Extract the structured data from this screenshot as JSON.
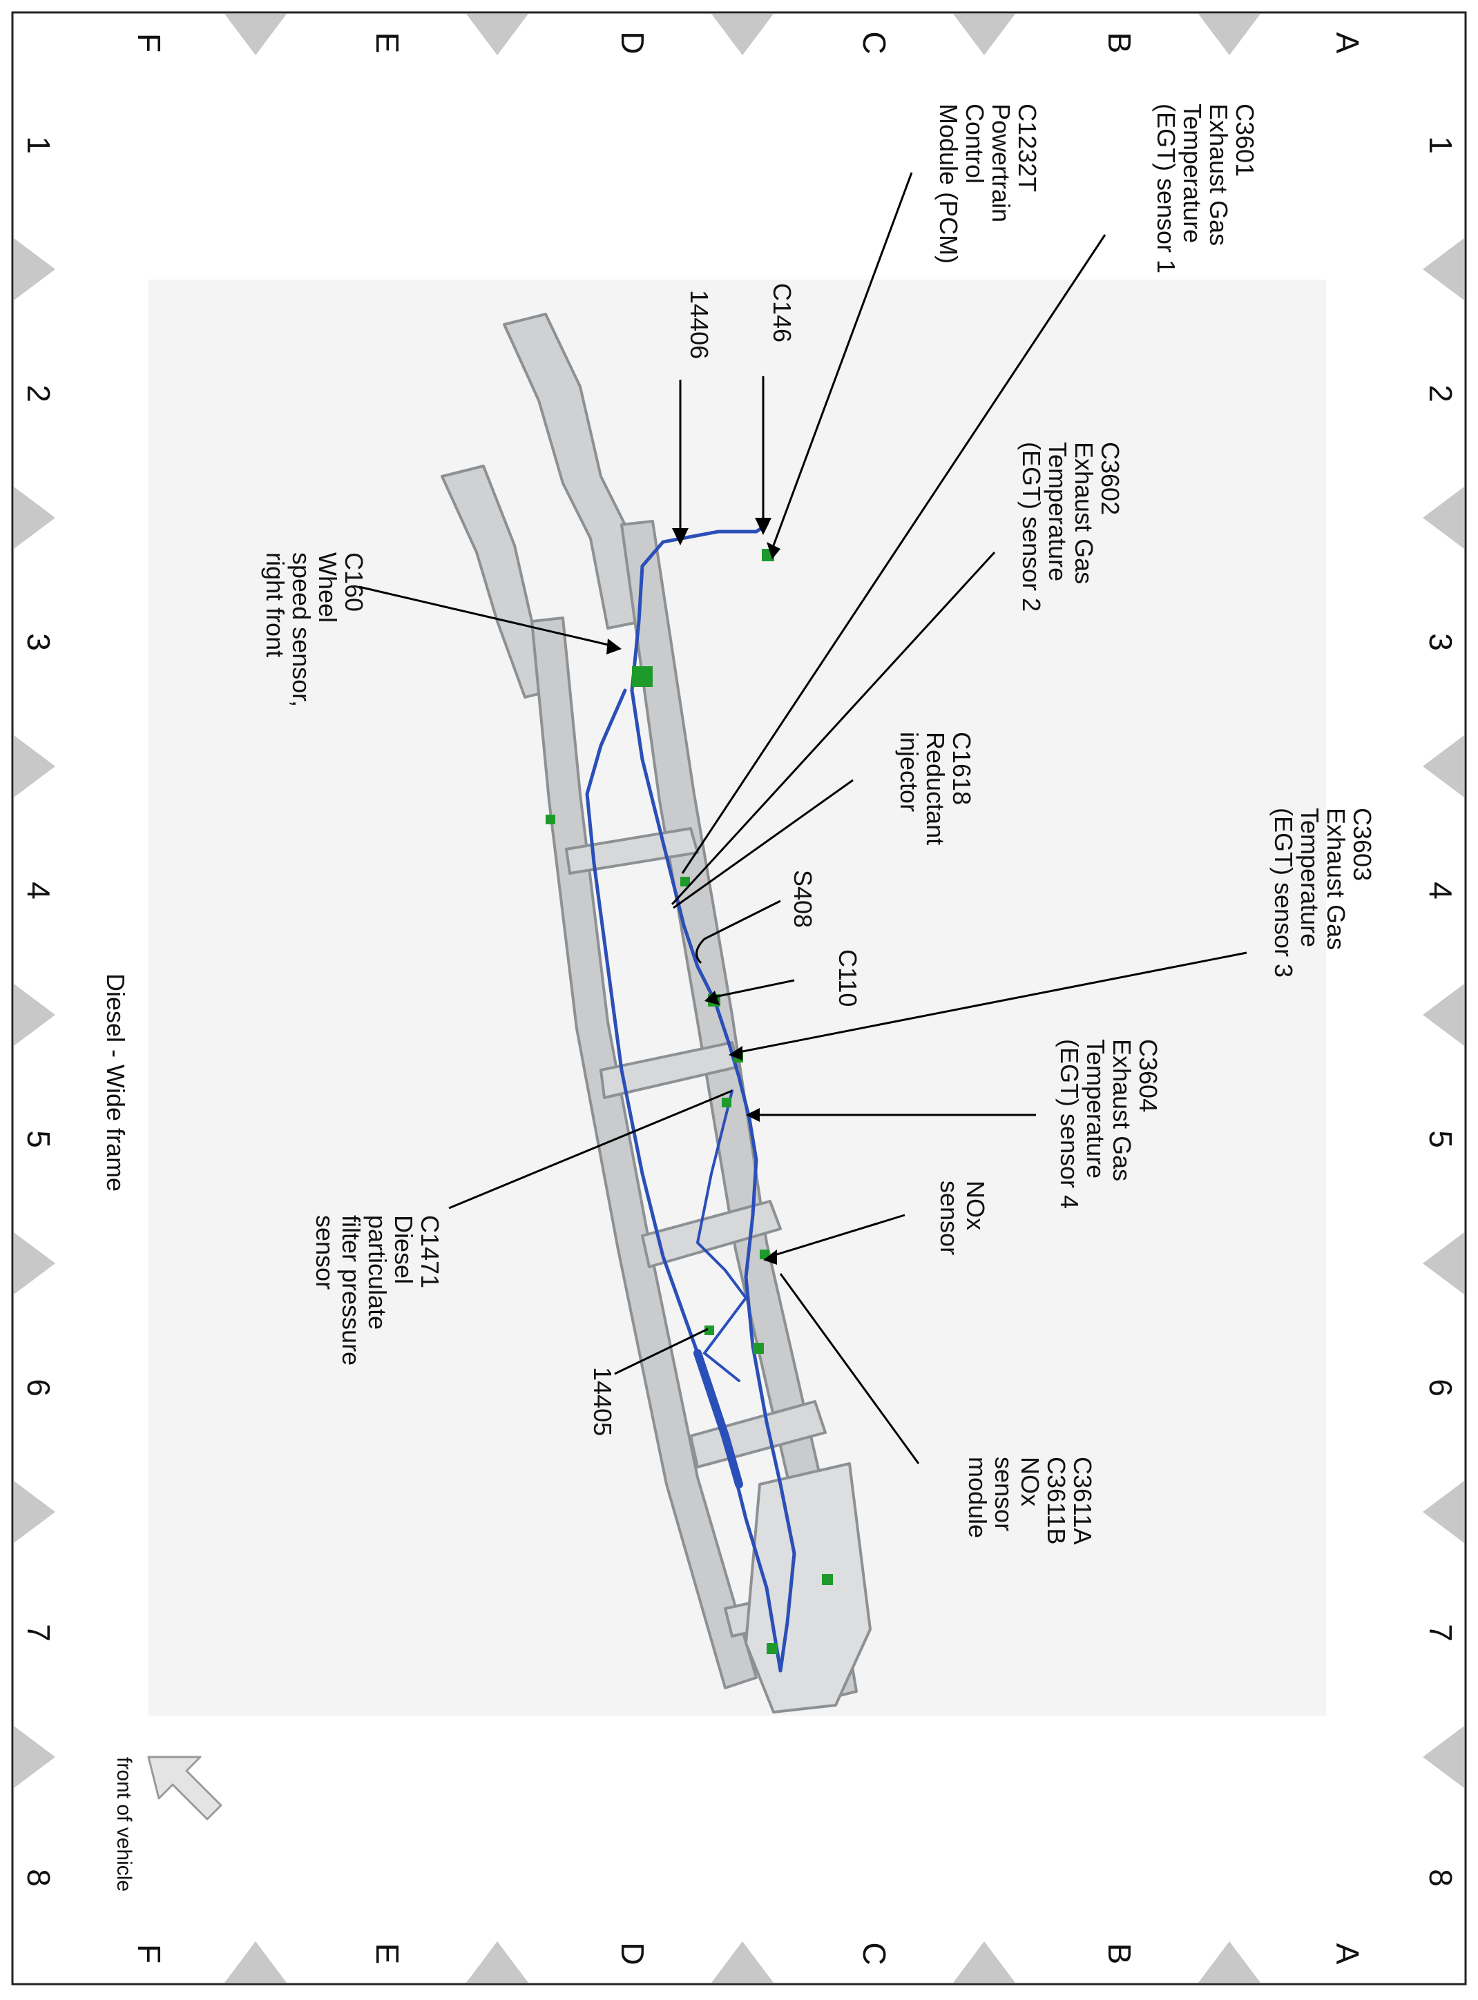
{
  "grid": {
    "numbers": [
      "1",
      "2",
      "3",
      "4",
      "5",
      "6",
      "7",
      "8"
    ],
    "letters": [
      "A",
      "B",
      "C",
      "D",
      "E",
      "F"
    ]
  },
  "caption": "Diesel - Wide frame",
  "orientation_label": "front of vehicle",
  "callouts": [
    {
      "id": "c3601",
      "lines": [
        "C3601",
        "Exhaust Gas",
        "Temperature",
        "(EGT) sensor 1"
      ]
    },
    {
      "id": "c1232t",
      "lines": [
        "C1232T",
        "Powertrain",
        "Control",
        "Module (PCM)"
      ]
    },
    {
      "id": "c146",
      "lines": [
        "C146"
      ]
    },
    {
      "id": "14406",
      "lines": [
        "14406"
      ]
    },
    {
      "id": "c3602",
      "lines": [
        "C3602",
        "Exhaust Gas",
        "Temperature",
        "(EGT) sensor 2"
      ]
    },
    {
      "id": "c160",
      "lines": [
        "C160",
        "Wheel",
        "speed sensor,",
        "right front"
      ]
    },
    {
      "id": "c1618",
      "lines": [
        "C1618",
        "Reductant",
        "injector"
      ]
    },
    {
      "id": "s408",
      "lines": [
        "S408"
      ]
    },
    {
      "id": "c3603",
      "lines": [
        "C3603",
        "Exhaust Gas",
        "Temperature",
        "(EGT) sensor 3"
      ]
    },
    {
      "id": "c110",
      "lines": [
        "C110"
      ]
    },
    {
      "id": "c3604",
      "lines": [
        "C3604",
        "Exhaust Gas",
        "Temperature",
        "(EGT) sensor 4"
      ]
    },
    {
      "id": "nox",
      "lines": [
        "NOx",
        "sensor"
      ]
    },
    {
      "id": "c1471",
      "lines": [
        "C1471",
        "Diesel",
        "particulate",
        "filter pressure",
        "sensor"
      ]
    },
    {
      "id": "14405",
      "lines": [
        "14405"
      ]
    },
    {
      "id": "c3611",
      "lines": [
        "C3611A",
        "C3611B",
        "NOx",
        "sensor",
        "module"
      ]
    }
  ],
  "colors": {
    "frame": "#c9cbcd",
    "frame_edge": "#8d9194",
    "harness": "#2b4fb8",
    "connector": "#1e9a2a",
    "grid_marker": "#c8c8c8"
  }
}
